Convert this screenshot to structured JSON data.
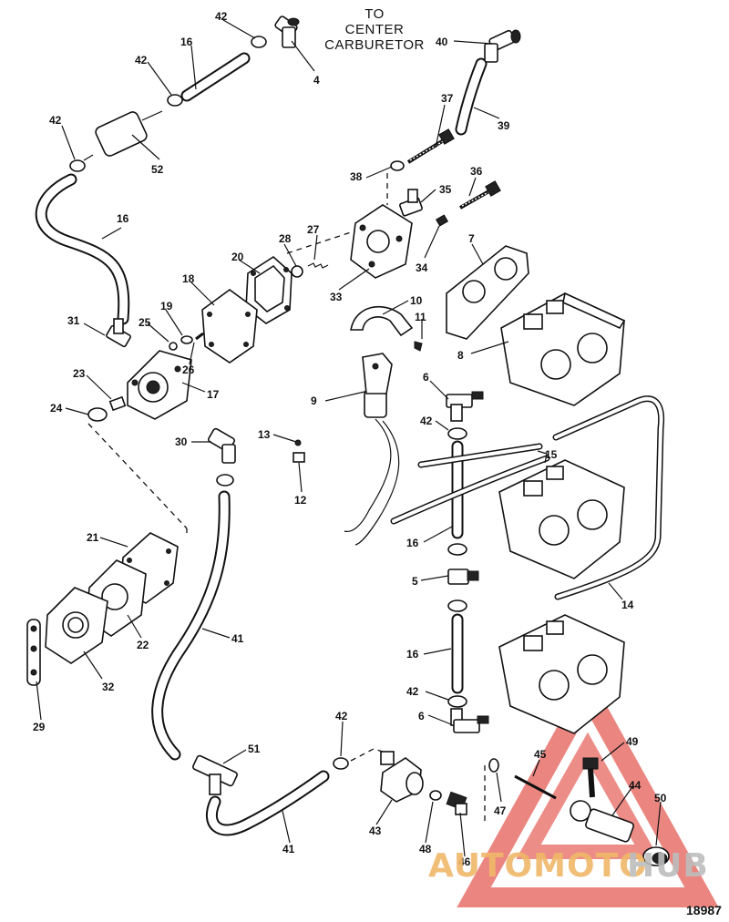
{
  "caption": {
    "line1": "TO",
    "line2": "CENTER",
    "line3": "CARBURETOR"
  },
  "document_number": "18987",
  "watermark": {
    "text_part1": "AUTOMOTO",
    "text_part2": "HUB",
    "color_part1": "#f0b86a",
    "color_part2": "#bdbdbd",
    "triangle_color": "#e8706a"
  },
  "callouts": [
    "42",
    "16",
    "4",
    "40",
    "42",
    "37",
    "39",
    "42",
    "52",
    "38",
    "36",
    "35",
    "16",
    "27",
    "34",
    "28",
    "20",
    "7",
    "18",
    "33",
    "19",
    "25",
    "10",
    "31",
    "11",
    "26",
    "17",
    "8",
    "23",
    "6",
    "24",
    "9",
    "42",
    "15",
    "13",
    "30",
    "12",
    "16",
    "21",
    "5",
    "14",
    "22",
    "32",
    "41",
    "16",
    "42",
    "29",
    "6",
    "42",
    "49",
    "51",
    "45",
    "44",
    "47",
    "50",
    "43",
    "46",
    "48",
    "41"
  ]
}
